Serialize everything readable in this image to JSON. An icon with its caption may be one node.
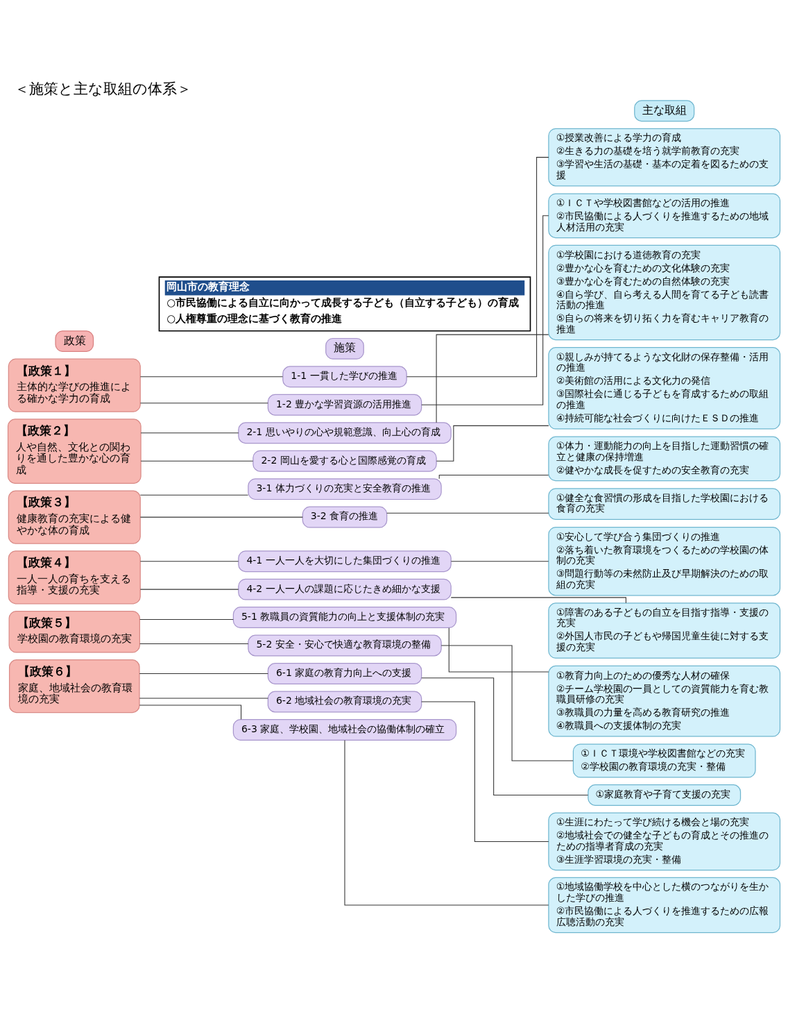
{
  "diagram": {
    "title": "＜施策と主な取組の体系＞",
    "nodes": [
      {
        "text": [
          "岡山市の教育理念",
          "○市民協働による自立に向かって成長する子ども（自立する子ども）の育成",
          "○人権尊重の理念に基づく教育の推進"
        ]
      },
      {
        "text": [
          "政策"
        ]
      },
      {
        "text": [
          "施策"
        ]
      },
      {
        "text": [
          "主な取組"
        ]
      },
      {
        "text": [
          "【政策１】",
          "主体的な学びの推進による確かな学力の育成"
        ]
      },
      {
        "text": [
          "1-1 一貫した学びの推進"
        ]
      },
      {
        "text": [
          "①授業改善による学力の育成",
          "②生きる力の基礎を培う就学前教育の充実",
          "③学習や生活の基礎・基本の定着を図るための支援"
        ]
      },
      {
        "text": [
          "1-2 豊かな学習資源の活用推進"
        ]
      },
      {
        "text": [
          "①ＩＣＴや学校図書館などの活用の推進",
          "②市民協働による人づくりを推進するための地域人材活用の充実"
        ]
      },
      {
        "text": [
          "【政策２】",
          "人や自然、文化との関わりを通した豊かな心の育成"
        ]
      },
      {
        "text": [
          "2-1 思いやりの心や規範意識、向上心の育成"
        ]
      },
      {
        "text": [
          "①学校園における道徳教育の充実",
          "②豊かな心を育むための文化体験の充実",
          "③豊かな心を育むための自然体験の充実",
          "④自ら学び、自ら考える人間を育てる子ども読書活動の推進",
          "⑤自らの将来を切り拓く力を育むキャリア教育の推進"
        ]
      },
      {
        "text": [
          "2-2 岡山を愛する心と国際感覚の育成"
        ]
      },
      {
        "text": [
          "①親しみが持てるような文化財の保存整備・活用の推進",
          "②美術館の活用による文化力の発信",
          "③国際社会に通じる子どもを育成するための取組の推進",
          "④持続可能な社会づくりに向けたＥＳＤの推進"
        ]
      },
      {
        "text": [
          "【政策３】",
          "健康教育の充実による健やかな体の育成"
        ]
      },
      {
        "text": [
          "3-1 体力づくりの充実と安全教育の推進"
        ]
      },
      {
        "text": [
          "①体力・運動能力の向上を目指した運動習慣の確立と健康の保持増進",
          "②健やかな成長を促すための安全教育の充実"
        ]
      },
      {
        "text": [
          "3-2 食育の推進"
        ]
      },
      {
        "text": [
          "①健全な食習慣の形成を目指した学校園における食育の充実"
        ]
      },
      {
        "text": [
          "【政策４】",
          "一人一人の育ちを支える指導・支援の充実"
        ]
      },
      {
        "text": [
          "4-1 一人一人を大切にした集団づくりの推進"
        ]
      },
      {
        "text": [
          "①安心して学び合う集団づくりの推進",
          "②落ち着いた教育環境をつくるための学校園の体制の充実",
          "③問題行動等の未然防止及び早期解決のための取組の充実"
        ]
      },
      {
        "text": [
          "4-2 一人一人の課題に応じたきめ細かな支援"
        ]
      },
      {
        "text": [
          "①障害のある子どもの自立を目指す指導・支援の充実",
          "②外国人市民の子どもや帰国児童生徒に対する支援の充実"
        ]
      },
      {
        "text": [
          "【政策５】",
          "学校園の教育環境の充実"
        ]
      },
      {
        "text": [
          "5-1 教職員の資質能力の向上と支援体制の充実"
        ]
      },
      {
        "text": [
          "①教育力向上のための優秀な人材の確保",
          "②チーム学校園の一員としての資質能力を育む教職員研修の充実",
          "③教職員の力量を高める教育研究の推進",
          "④教職員への支援体制の充実"
        ]
      },
      {
        "text": [
          "5-2 安全・安心で快適な教育環境の整備"
        ]
      },
      {
        "text": [
          "①ＩＣＴ環境や学校図書館などの充実",
          "②学校園の教育環境の充実・整備"
        ]
      },
      {
        "text": [
          "【政策６】",
          "家庭、地域社会の教育環境の充実"
        ]
      },
      {
        "text": [
          "6-1 家庭の教育力向上への支援"
        ]
      },
      {
        "text": [
          "①家庭教育や子育て支援の充実"
        ]
      },
      {
        "text": [
          "6-2 地域社会の教育環境の充実"
        ]
      },
      {
        "text": [
          "①生涯にわたって学び続ける機会と場の充実",
          "②地域社会での健全な子どもの育成とその推進のための指導者育成の充実",
          "③生涯学習環境の充実・整備"
        ]
      },
      {
        "text": [
          "6-3 家庭、学校園、地域社会の協働体制の確立"
        ]
      },
      {
        "text": [
          "①地域協働学校を中心とした横のつながりを生かした学びの推進",
          "②市民協働による人づくりを推進するための広報広聴活動の充実"
        ]
      }
    ],
    "edges": [
      {
        "from": 4,
        "to": 5,
        "arrow": "none"
      },
      {
        "from": 4,
        "to": 7,
        "arrow": "none"
      },
      {
        "from": 5,
        "to": 6,
        "arrow": "none"
      },
      {
        "from": 7,
        "to": 8,
        "arrow": "none"
      },
      {
        "from": 9,
        "to": 10,
        "arrow": "none"
      },
      {
        "from": 9,
        "to": 12,
        "arrow": "none"
      },
      {
        "from": 10,
        "to": 11,
        "arrow": "none"
      },
      {
        "from": 12,
        "to": 13,
        "arrow": "none"
      },
      {
        "from": 14,
        "to": 15,
        "arrow": "none"
      },
      {
        "from": 14,
        "to": 17,
        "arrow": "none"
      },
      {
        "from": 15,
        "to": 16,
        "arrow": "none"
      },
      {
        "from": 17,
        "to": 18,
        "arrow": "none"
      },
      {
        "from": 19,
        "to": 20,
        "arrow": "none"
      },
      {
        "from": 19,
        "to": 22,
        "arrow": "none"
      },
      {
        "from": 20,
        "to": 21,
        "arrow": "none"
      },
      {
        "from": 22,
        "to": 23,
        "arrow": "none"
      },
      {
        "from": 24,
        "to": 25,
        "arrow": "none"
      },
      {
        "from": 24,
        "to": 27,
        "arrow": "none"
      },
      {
        "from": 25,
        "to": 26,
        "arrow": "none"
      },
      {
        "from": 27,
        "to": 28,
        "arrow": "none"
      },
      {
        "from": 29,
        "to": 30,
        "arrow": "none"
      },
      {
        "from": 29,
        "to": 32,
        "arrow": "none"
      },
      {
        "from": 29,
        "to": 34,
        "arrow": "none"
      },
      {
        "from": 30,
        "to": 31,
        "arrow": "none"
      },
      {
        "from": 32,
        "to": 33,
        "arrow": "none"
      },
      {
        "from": 34,
        "to": 35,
        "arrow": "none"
      }
    ]
  }
}
